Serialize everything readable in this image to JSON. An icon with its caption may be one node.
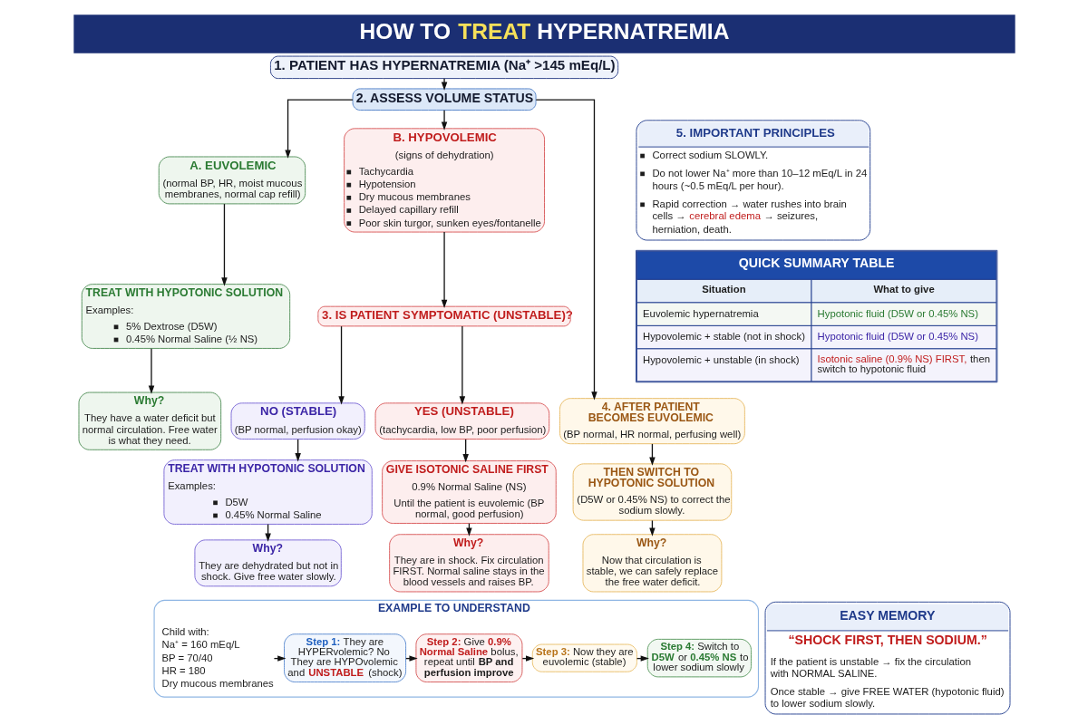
{
  "diagram": {
    "title": "HOW TO TREAT HYPERNATREMIA",
    "nodes": [
      {
        "text": [
          "1. PATIENT HAS HYPERNATREMIA (Na⁺ >145 mEq/L)"
        ]
      },
      {
        "text": [
          "2. ASSESS VOLUME STATUS"
        ]
      },
      {
        "text": [
          "A. EUVOLEMIC",
          "(normal BP, HR, moist mucous membranes, normal cap refill)"
        ]
      },
      {
        "text": [
          "B. HYPOVOLEMIC",
          "(signs of dehydration)",
          "Tachycardia",
          "Hypotension",
          "Dry mucous membranes",
          "Delayed capillary refill",
          "Poor skin turgor, sunken eyes/fontanelle"
        ]
      },
      {
        "text": [
          "TREAT WITH HYPOTONIC SOLUTION",
          "Examples:",
          "5% Dextrose (D5W)",
          "0.45% Normal Saline (½ NS)"
        ]
      },
      {
        "text": [
          "3. IS PATIENT SYMPTOMATIC (UNSTABLE)?"
        ]
      },
      {
        "text": [
          "NO (STABLE)",
          "(BP normal, perfusion okay)"
        ]
      },
      {
        "text": [
          "YES (UNSTABLE)",
          "(tachycardia, low BP, poor perfusion)"
        ]
      },
      {
        "text": [
          "4. AFTER PATIENT BECOMES EUVOLEMIC",
          "(BP normal, HR normal, perfusing well)"
        ]
      },
      {
        "text": [
          "Why?",
          "They have a water deficit but normal circulation. Free water is what they need."
        ]
      },
      {
        "text": [
          "TREAT WITH HYPOTONIC SOLUTION",
          "Examples:",
          "D5W",
          "0.45% Normal Saline"
        ]
      },
      {
        "text": [
          "GIVE ISOTONIC SALINE FIRST",
          "0.9% Normal Saline (NS)",
          "Until the patient is euvolemic (BP normal, good perfusion)"
        ]
      },
      {
        "text": [
          "THEN SWITCH TO HYPOTONIC SOLUTION",
          "(D5W or 0.45% NS) to correct the sodium slowly."
        ]
      },
      {
        "text": [
          "Why?",
          "They are dehydrated but not in shock. Give free water slowly."
        ]
      },
      {
        "text": [
          "Why?",
          "They are in shock. Fix circulation FIRST. Normal saline stays in the blood vessels and raises BP."
        ]
      },
      {
        "text": [
          "Why?",
          "Now that circulation is stable, we can safely replace the free water deficit."
        ]
      },
      {
        "text": [
          "5. IMPORTANT PRINCIPLES",
          "Correct sodium SLOWLY.",
          "Do not lower Na⁺ more than 10–12 mEq/L in 24 hours (~0.5 mEq/L per hour).",
          "Rapid correction → water rushes into brain cells → cerebral edema → seizures, herniation, death."
        ]
      },
      {
        "text": [
          "EASY MEMORY",
          "“SHOCK FIRST, THEN SODIUM.”",
          "If the patient is unstable → fix the circulation with NORMAL SALINE.",
          "Once stable → give FREE WATER (hypotonic fluid) to lower sodium slowly."
        ]
      },
      {
        "text": [
          "EXAMPLE TO UNDERSTAND"
        ]
      },
      {
        "text": [
          "Child with:",
          "Na⁺ = 160 mEq/L",
          "BP = 70/40",
          "HR = 180",
          "Dry mucous membranes"
        ],
        "in": 18
      },
      {
        "text": [
          "Step 1: They are HYPERvolemic? No They are HYPOvolemic and UNSTABLE (shock)"
        ],
        "in": 18
      },
      {
        "text": [
          "Step 2: Give 0.9% Normal Saline bolus, repeat until BP and perfusion improve"
        ],
        "in": 18
      },
      {
        "text": [
          "Step 3: Now they are euvolemic (stable)"
        ],
        "in": 18
      },
      {
        "text": [
          "Step 4: Switch to D5W or 0.45% NS to lower sodium slowly"
        ],
        "in": 18
      }
    ],
    "edges": [
      {
        "from": 0,
        "to": 1,
        "arrow": "to"
      },
      {
        "from": 1,
        "to": 2,
        "arrow": "to"
      },
      {
        "from": 1,
        "to": 3,
        "arrow": "to"
      },
      {
        "from": 1,
        "to": 8,
        "arrow": "to"
      },
      {
        "from": 2,
        "to": 4,
        "arrow": "to"
      },
      {
        "from": 3,
        "to": 5,
        "arrow": "to"
      },
      {
        "from": 5,
        "to": 6,
        "arrow": "to"
      },
      {
        "from": 5,
        "to": 7,
        "arrow": "to"
      },
      {
        "from": 4,
        "to": 9,
        "arrow": "to"
      },
      {
        "from": 6,
        "to": 10,
        "arrow": "to"
      },
      {
        "from": 7,
        "to": 11,
        "arrow": "to"
      },
      {
        "from": 8,
        "to": 12,
        "arrow": "to"
      },
      {
        "from": 10,
        "to": 13,
        "arrow": "to"
      },
      {
        "from": 11,
        "to": 14,
        "arrow": "to"
      },
      {
        "from": 12,
        "to": 15,
        "arrow": "to"
      },
      {
        "from": 19,
        "to": 20,
        "arrow": "to"
      },
      {
        "from": 20,
        "to": 21,
        "arrow": "to"
      },
      {
        "from": 21,
        "to": 22,
        "arrow": "to"
      },
      {
        "from": 22,
        "to": 23,
        "arrow": "to"
      }
    ],
    "labels": [
      "QUICK SUMMARY TABLE",
      "Situation",
      "What to give",
      "Euvolemic hypernatremia",
      "Hypotonic fluid (D5W or 0.45% NS)",
      "Hypovolemic + stable (not in shock)",
      "Hypotonic fluid (D5W or 0.45% NS)",
      "Hypovolemic + unstable (in shock)",
      "Isotonic saline (0.9% NS) FIRST, then switch to hypotonic fluid"
    ]
  }
}
